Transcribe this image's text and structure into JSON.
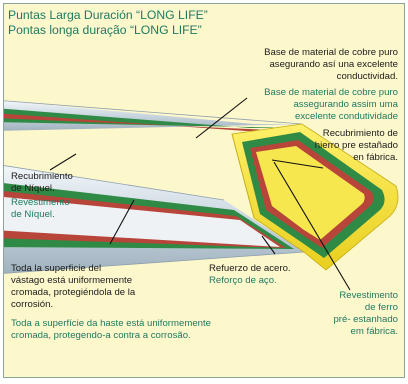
{
  "title": {
    "es": "Puntas Larga Duración “LONG LIFE”",
    "pt": "Pontas longa duração “LONG LIFE”"
  },
  "callouts": {
    "copper_base": {
      "es": [
        "Base de material de cobre puro",
        "asegurando así una excelente",
        "conductividad."
      ],
      "pt": [
        "Base de material de cobre puro",
        "assegurando assim uma",
        "excelente condutividade"
      ]
    },
    "iron_coating_top": {
      "es": [
        "Recubrimiento de",
        "hierro pre estañado",
        "en fábrica."
      ]
    },
    "nickel": {
      "es": [
        "Recubrimiento",
        "de Níquel."
      ],
      "pt": [
        "Revestimento",
        "de Níquel."
      ]
    },
    "chrome": {
      "es": [
        "Toda la superficie del",
        "vástago está uniformemente",
        "cromada, protegiéndola de la",
        "corrosión."
      ],
      "pt": [
        "Toda a superfície da haste está uniformemente",
        "cromada, protegendo-a contra a corrosão."
      ]
    },
    "steel": {
      "es": "Refuerzo de acero.",
      "pt": "Reforço de aço."
    },
    "iron_coating_bottom": {
      "pt": [
        "Revestimento",
        "de ferro",
        "pré- estanhado",
        "em fábrica."
      ]
    }
  },
  "colors": {
    "background": "#fdf7cc",
    "border": "#8aa69c",
    "teal_text": "#1d7a63",
    "tip_yellow": "#f2df3a",
    "green_layer": "#2f8a45",
    "copper_layer": "#b8453a",
    "chrome_shaft": "#d7e2ea"
  }
}
